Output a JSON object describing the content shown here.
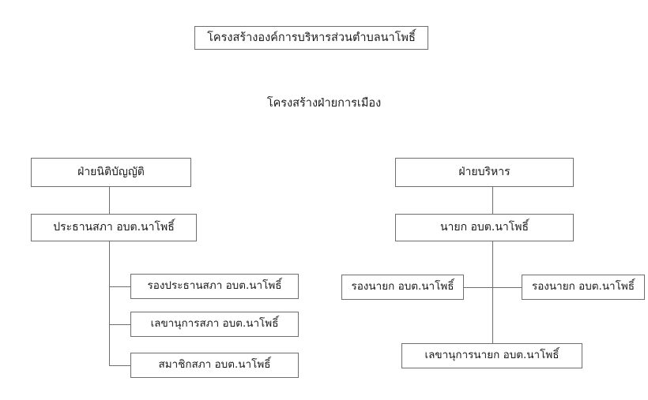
{
  "header": {
    "title": "โครงสร้างองค์การบริหารส่วนตำบลนาโพธิ์",
    "section_heading": "โครงสร้างฝ่ายการเมือง"
  },
  "theme": {
    "background": "#ffffff",
    "box_border": "#6e6e6e",
    "line_color": "#6e6e6e",
    "text_color": "#1b1b1b"
  },
  "chart_data": {
    "type": "diagram",
    "diagram_kind": "organization-chart",
    "title": "โครงสร้างองค์การบริหารส่วนตำบลนาโพธิ์",
    "subtitle": "โครงสร้างฝ่ายการเมือง",
    "branches": [
      {
        "id": "legislative",
        "root_label": "ฝ่ายนิติบัญญัติ",
        "head_label": "ประธานสภา อบต.นาโพธิ์",
        "children": [
          "รองประธานสภา อบต.นาโพธิ์",
          "เลขานุการสภา อบต.นาโพธิ์",
          "สมาชิกสภา อบต.นาโพธิ์"
        ]
      },
      {
        "id": "executive",
        "root_label": "ฝ่ายบริหาร",
        "head_label": "นายก อบต.นาโพธิ์",
        "children": [
          "รองนายก อบต.นาโพธิ์",
          "รองนายก อบต.นาโพธิ์",
          "เลขานุการนายก อบต.นาโพธิ์"
        ]
      }
    ]
  },
  "nodes": {
    "legislative": "ฝ่ายนิติบัญญัติ",
    "council_chair": "ประธานสภา อบต.นาโพธิ์",
    "vice_chair": "รองประธานสภา อบต.นาโพธิ์",
    "council_secretary": "เลขานุการสภา อบต.นาโพธิ์",
    "council_member": "สมาชิกสภา อบต.นาโพธิ์",
    "executive": "ฝ่ายบริหาร",
    "mayor": "นายก อบต.นาโพธิ์",
    "deputy_mayor_left": "รองนายก อบต.นาโพธิ์",
    "deputy_mayor_right": "รองนายก อบต.นาโพธิ์",
    "mayor_secretary": "เลขานุการนายก อบต.นาโพธิ์"
  }
}
